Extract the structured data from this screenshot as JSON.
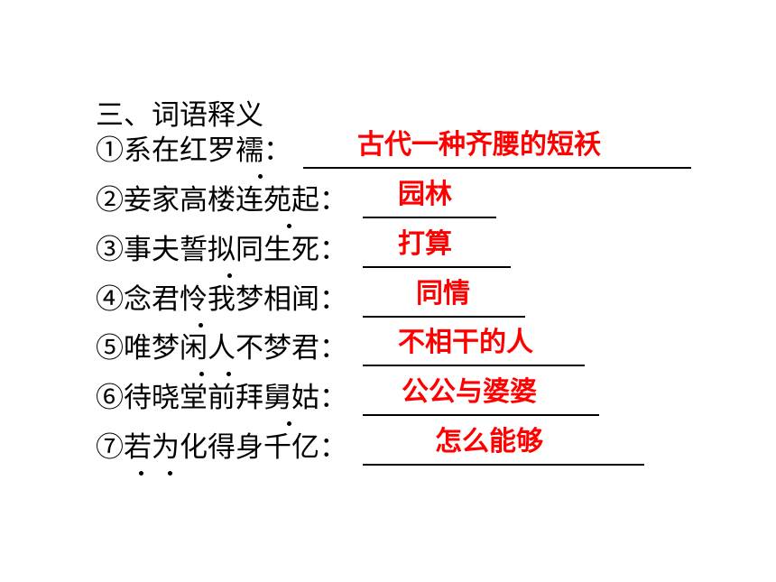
{
  "title": "三、词语释义",
  "accent_color": "#ff0000",
  "items": [
    {
      "question": "①系在红罗襦：",
      "answer": "古代一种齐腰的短袄"
    },
    {
      "question": "②妾家高楼连苑起：",
      "answer": "园林"
    },
    {
      "question": "③事夫誓拟同生死：",
      "answer": "打算"
    },
    {
      "question": "④念君怜我梦相闻：",
      "answer": "同情"
    },
    {
      "question": "⑤唯梦闲人不梦君：",
      "answer": "不相干的人"
    },
    {
      "question": "⑥待晓堂前拜舅姑：",
      "answer": "公公与婆婆"
    },
    {
      "question": "⑦若为化得身千亿：",
      "answer": "怎么能够"
    }
  ]
}
